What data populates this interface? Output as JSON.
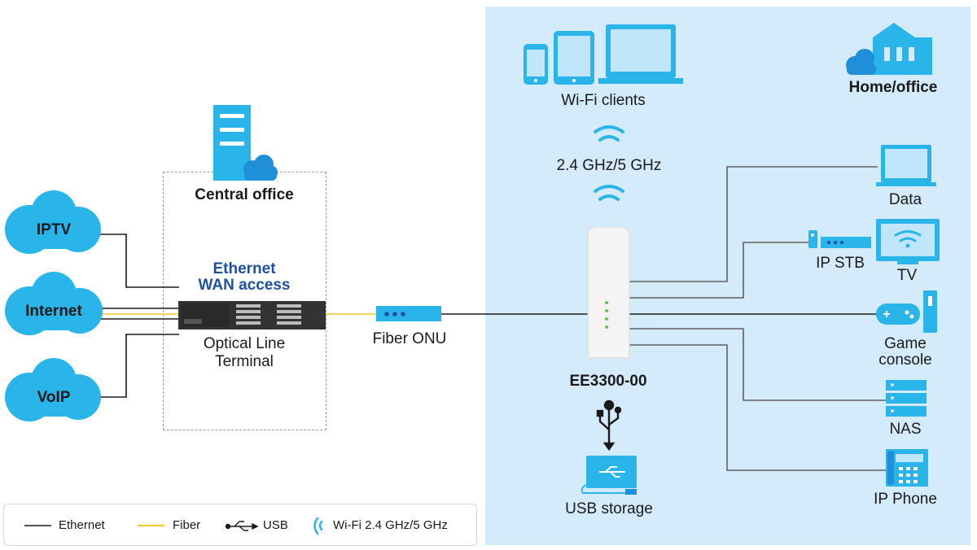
{
  "diagram": {
    "services": [
      "IPTV",
      "Internet",
      "VoIP"
    ],
    "central_office": {
      "label": "Central office",
      "access_label_line1": "Ethernet",
      "access_label_line2": "WAN access",
      "olt_line1": "Optical Line",
      "olt_line2": "Terminal"
    },
    "onu_label": "Fiber ONU",
    "home": {
      "label": "Home/office",
      "wifi_clients": "Wi-Fi clients",
      "wifi_band": "2.4 GHz/5 GHz",
      "device": "EE3300-00",
      "usb_storage": "USB storage"
    },
    "clients": {
      "data": "Data",
      "ip_stb": "IP STB",
      "tv": "TV",
      "game_line1": "Game",
      "game_line2": "console",
      "nas": "NAS",
      "ip_phone": "IP Phone"
    }
  },
  "legend": {
    "ethernet": "Ethernet",
    "fiber": "Fiber",
    "usb": "USB",
    "wifi": "Wi-Fi 2.4 GHz/5 GHz"
  },
  "colors": {
    "panel": "#d3ebfa",
    "device_blue": "#29b5ea",
    "cloud_blue": "#1e8fd8",
    "fiber": "#f5c623",
    "ethernet": "#1a1a1a",
    "title_blue": "#1f4f9f"
  }
}
